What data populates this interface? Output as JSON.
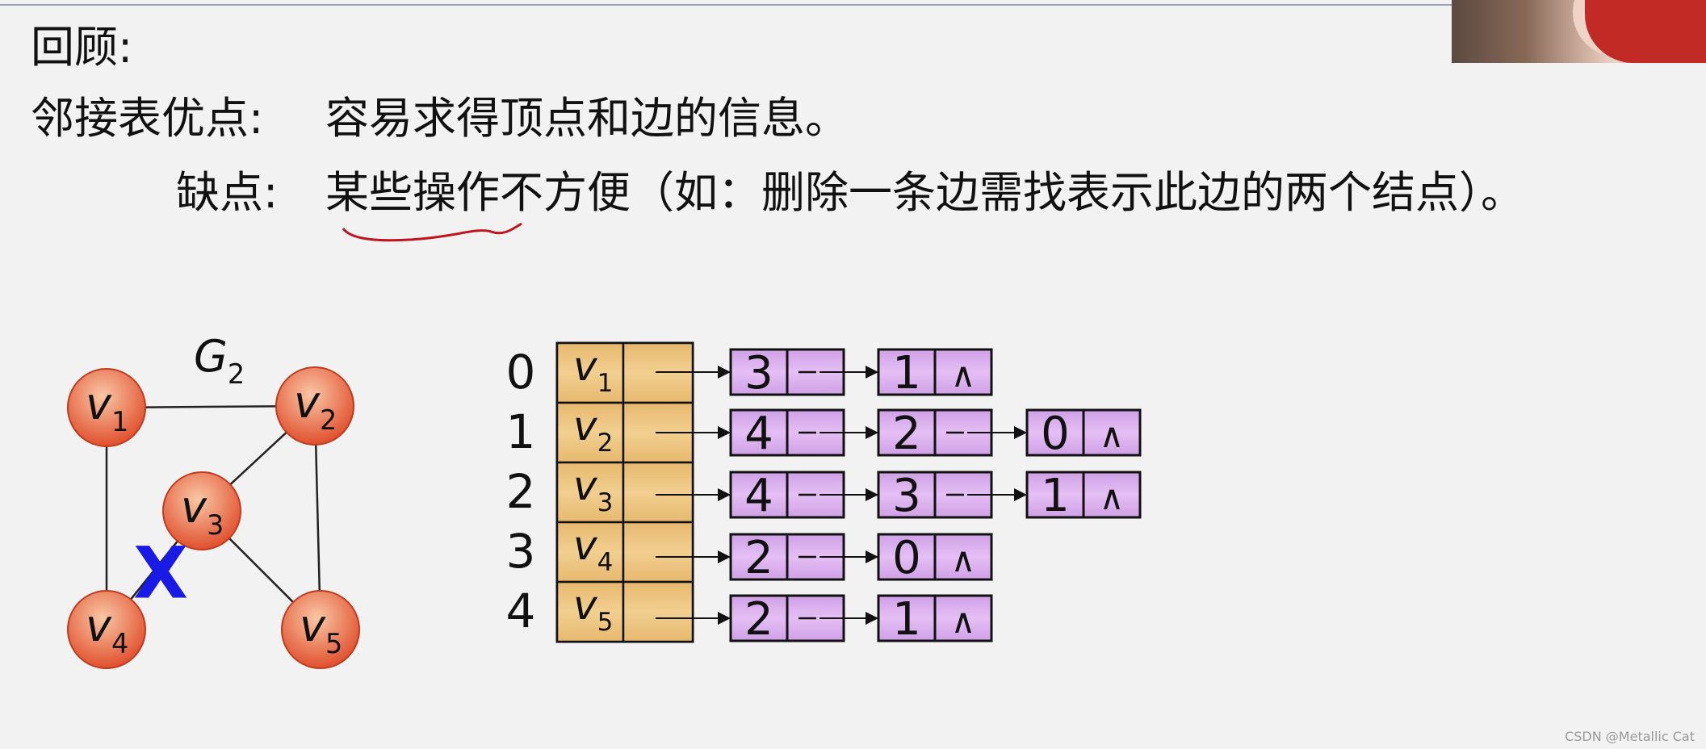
{
  "text": {
    "review": "回顾:",
    "pros_label": "邻接表优点:",
    "pros_text": "容易求得顶点和边的信息。",
    "cons_label": "缺点:",
    "cons_text": "某些操作不方便（如：删除一条边需找表示此边的两个结点）。"
  },
  "graph": {
    "title": "G",
    "title_sub": "2",
    "vertices": [
      {
        "id": "v1",
        "base": "v",
        "sub": "1"
      },
      {
        "id": "v2",
        "base": "v",
        "sub": "2"
      },
      {
        "id": "v3",
        "base": "v",
        "sub": "3"
      },
      {
        "id": "v4",
        "base": "v",
        "sub": "4"
      },
      {
        "id": "v5",
        "base": "v",
        "sub": "5"
      }
    ],
    "edges": [
      [
        "v1",
        "v2"
      ],
      [
        "v1",
        "v4"
      ],
      [
        "v2",
        "v3"
      ],
      [
        "v2",
        "v5"
      ],
      [
        "v3",
        "v5"
      ],
      [
        "v3",
        "v4"
      ]
    ],
    "deleted_edge": [
      "v3",
      "v4"
    ],
    "delete_mark": "X"
  },
  "adjacency_list": [
    {
      "index": "0",
      "base": "v",
      "sub": "1",
      "nodes": [
        "3",
        "1"
      ]
    },
    {
      "index": "1",
      "base": "v",
      "sub": "2",
      "nodes": [
        "4",
        "2",
        "0"
      ]
    },
    {
      "index": "2",
      "base": "v",
      "sub": "3",
      "nodes": [
        "4",
        "3",
        "1"
      ]
    },
    {
      "index": "3",
      "base": "v",
      "sub": "4",
      "nodes": [
        "2",
        "0"
      ]
    },
    {
      "index": "4",
      "base": "v",
      "sub": "5",
      "nodes": [
        "2",
        "1"
      ]
    }
  ],
  "null_symbol": "∧",
  "watermark": "CSDN @Metallic Cat",
  "colors": {
    "vertex_fill": "#e0502e",
    "vertex_highlight": "#f9c7a6",
    "head_fill": "#f2cf90",
    "node_fill": "#e4bff4",
    "delete_mark": "#1a1ae6",
    "underline": "#c0151c",
    "arrow": "#111111"
  }
}
